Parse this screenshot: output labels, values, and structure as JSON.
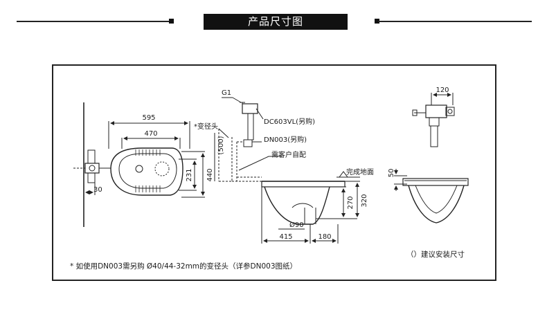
{
  "header": {
    "title": "产品尺寸图"
  },
  "top_view": {
    "width_overall": "595",
    "width_bowl": "470",
    "height_outer": "440",
    "height_inner": "231",
    "offset_left": "30"
  },
  "side_view": {
    "g1": "G1",
    "valve_model": "DC603VL(另购)",
    "reducer_note": "*变径头",
    "pipe_model": "DN003(另购)",
    "pipe_length": "(500)",
    "customer_supply": "需客户自配",
    "floor_label": "完成地面",
    "depth_a": "270",
    "depth_b": "320",
    "drain_dia": "Ø90",
    "dist_a": "415",
    "dist_b": "180"
  },
  "front_view": {
    "width_top": "120",
    "height_rim": "50"
  },
  "notes": {
    "legend": "（）建议安装尺寸",
    "footnote": "* 如使用DN003需另购 Ø40/44-32mm的变径头（详参DN003图纸）"
  }
}
